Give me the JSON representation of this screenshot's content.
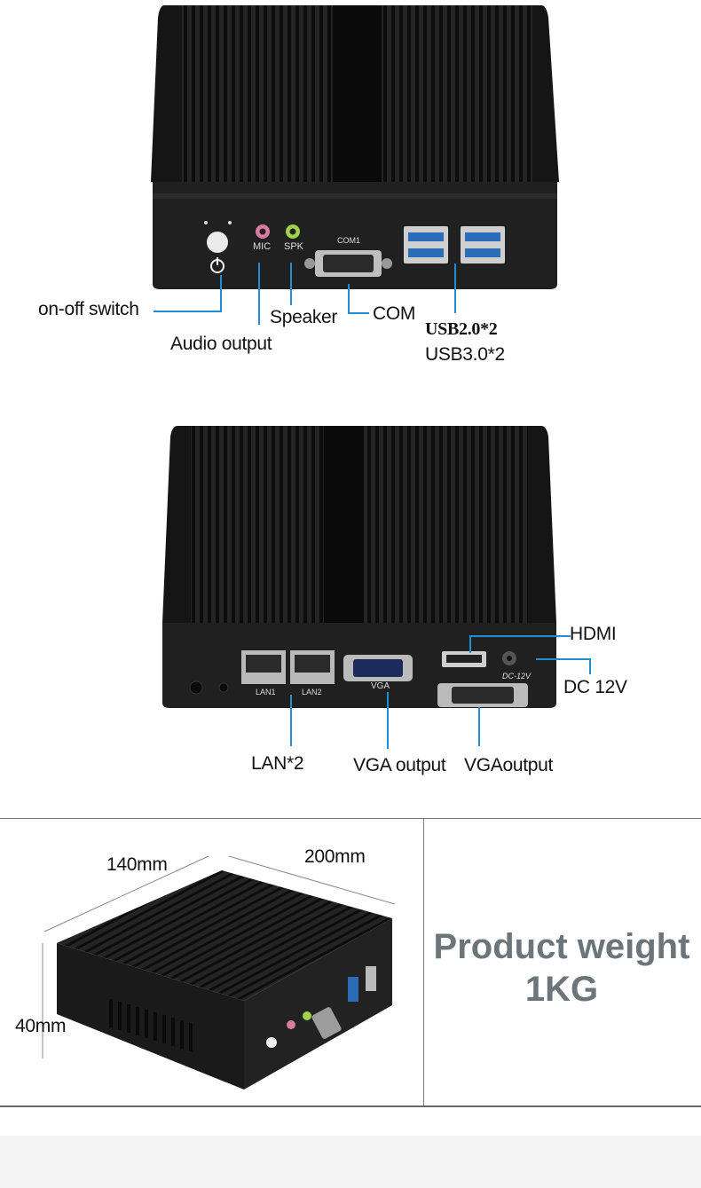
{
  "front_view": {
    "device_labels": {
      "mic": "MIC",
      "spk": "SPK",
      "com": "COM1"
    },
    "callouts": {
      "switch": "on-off switch",
      "speaker": "Speaker",
      "com": "COM",
      "audio": "Audio output",
      "usb2": "USB2.0*2",
      "usb3": "USB3.0*2"
    }
  },
  "rear_view": {
    "device_labels": {
      "lan1": "LAN1",
      "lan2": "LAN2",
      "vga": "VGA",
      "dc": "DC-12V"
    },
    "callouts": {
      "hdmi": "HDMI",
      "dc": "DC 12V",
      "lan": "LAN*2",
      "vga": "VGA output",
      "vga2": "VGAoutput"
    }
  },
  "specs": {
    "width": "140mm",
    "depth": "200mm",
    "height": "40mm",
    "weight_title": "Product weight",
    "weight_value": "1KG"
  },
  "colors": {
    "accent": "#1e8fd6",
    "chassis": "#1c1c1c",
    "weight_text": "#6c757a"
  }
}
